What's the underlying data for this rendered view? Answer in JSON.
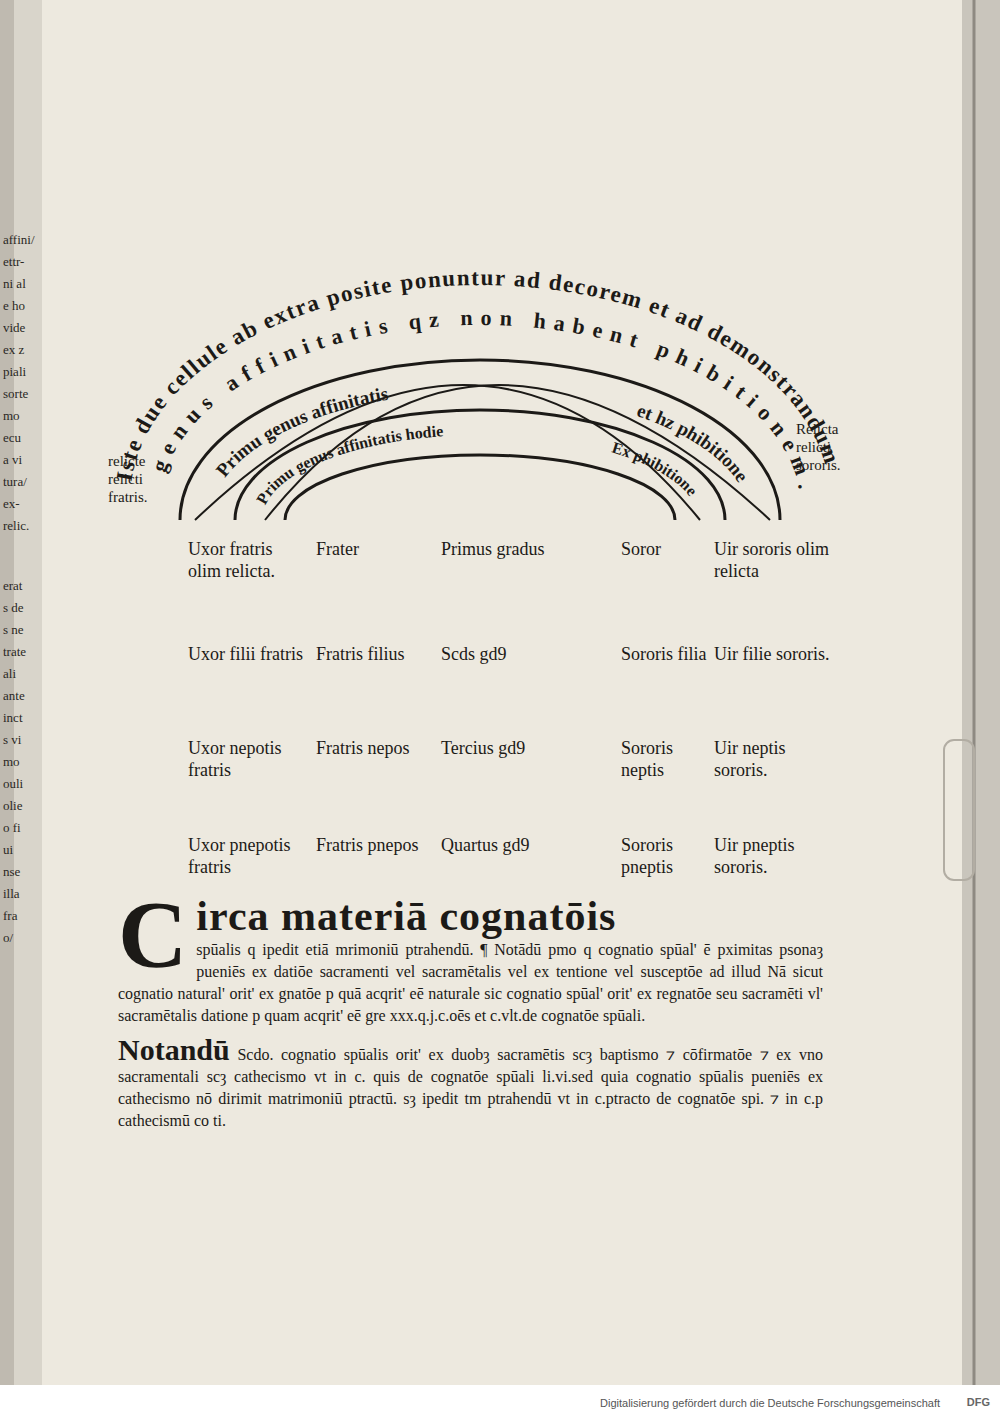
{
  "diagram": {
    "labels": [
      "Iste due cellule ab extra posite ponuntur ad decorem et ad demonstrandum",
      "genus affinitatis qz non habent phibitionem.",
      "Primu genus affinitatis",
      "et hz phibitione",
      "Primu genus affinitatis hodie",
      "Ex phibitione",
      "relicte relicti fratris.",
      "Relicta relicti sororis.",
      "Uxor fratris olim relicta.",
      "Frater",
      "Primus gradus",
      "Soror",
      "Uir sororis olim relicta",
      "Uxor filii fratris",
      "Fratris filius",
      "Scds gd9",
      "Sororis filia",
      "Uir filie sororis.",
      "Uxor nepotis fratris",
      "Fratris nepos",
      "Tercius gd9",
      "Sororis neptis",
      "Uir neptis sororis.",
      "Uxor pnepotis fratris",
      "Fratris pnepos",
      "Quartus gd9",
      "Sororis pneptis",
      "Uir pneptis sororis.",
      "Circa materiā cognatōis",
      "spūalis q ipedit etiā mrimoniū ptrahendū. ¶ Notādū pmo q cognatio spūal' ē pximitas psonaȝ pueniēs ex datiōe sacramenti vel sacramētalis vel ex tentione vel susceptōe ad illud Nā sicut cognatio natural' orit' ex gnatōe p quā acqrit' eē naturale sic cognatio spūal' orit' ex regnatōe seu sacramēti vl' sacramētalis datione p quam acqrit' eē gre xxx.q.j.c.oēs et c.vlt.de cognatōe spūali.",
      "Notandū",
      "Scdo. cognatio spūalis orit' ex duobȝ sacramētis scȝ baptismo ⁊ cōfirmatōe ⁊ ex vno sacramentali scȝ cathecismo vt in c. quis de cognatōe spūali li.vi.sed quia cognatio spūalis pueniēs ex cathecismo nō dirimit matrimoniū ptractū. sȝ ipedit tm ptrahendū vt in c.ptracto de cognatōe spi. ⁊ in c.p cathecismū co ti.",
      "Digitalisierung gefördert durch die Deutsche Forschungsgemeinschaft",
      "DFG",
      "affini/",
      "ettr-",
      "ni al",
      "e ho",
      "vide",
      "ex z",
      "piali",
      "sorte",
      "mo",
      "ecu",
      "a vi",
      "tura/",
      "ex-",
      "relic.",
      "erat",
      "s de",
      "s ne",
      "trate",
      "ali",
      "ante",
      "inct",
      "s vi",
      "mo",
      "ouli",
      "olie",
      "o fi",
      "ui",
      "nse",
      "illa",
      "fra",
      "o/"
    ]
  }
}
